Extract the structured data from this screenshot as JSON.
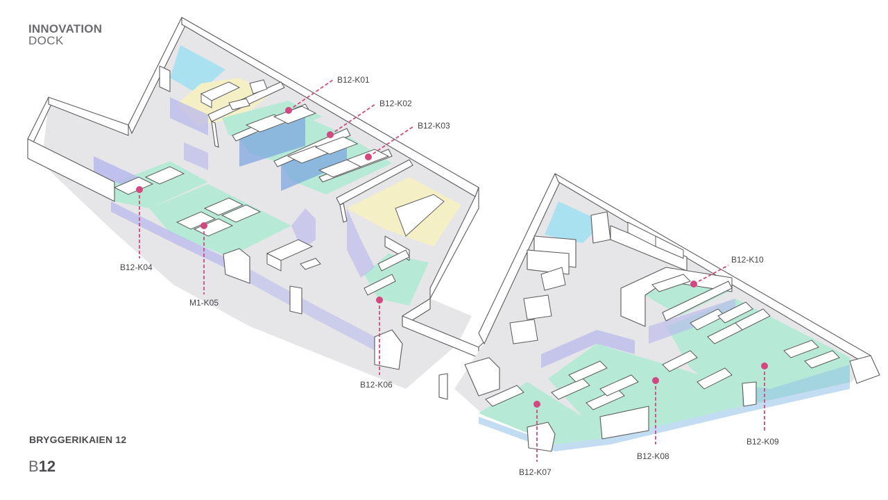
{
  "brand": {
    "line1": "INNOVATION",
    "line2": "DOCK"
  },
  "address": "BRYGGERIKAIEN 12",
  "building": {
    "prefix": "B",
    "number": "12"
  },
  "colors": {
    "workspace": "#b6ead6",
    "meeting": "#f5efc6",
    "glass": "#a9e1f1",
    "corridor": "#e6e6e8",
    "partition": "#b7b6ec",
    "marker": "#d2497f",
    "wall": "#5a5a5a"
  },
  "rooms": [
    {
      "id": "B12-K01"
    },
    {
      "id": "B12-K02"
    },
    {
      "id": "B12-K03"
    },
    {
      "id": "B12-K04"
    },
    {
      "id": "M1-K05"
    },
    {
      "id": "B12-K06"
    },
    {
      "id": "B12-K07"
    },
    {
      "id": "B12-K08"
    },
    {
      "id": "B12-K09"
    },
    {
      "id": "B12-K10"
    }
  ]
}
